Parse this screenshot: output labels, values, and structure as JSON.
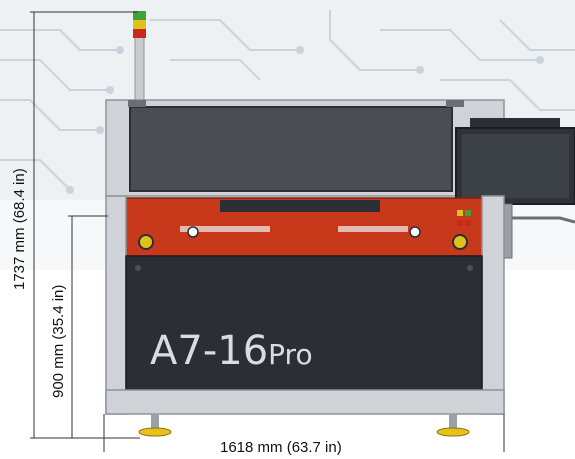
{
  "model": {
    "main": "A7-16",
    "suffix": "Pro"
  },
  "dimensions": {
    "height_total": "1737 mm (68.4 in)",
    "height_table": "900 mm (35.4 in)",
    "width": "1618 mm (63.7 in)"
  },
  "colors": {
    "frame_silver": "#cfd3d8",
    "frame_edge": "#8f959c",
    "dark_panel": "#2b2e35",
    "window_glass": "#4a4d52",
    "orange_band": "#c8391c",
    "signal_green": "#3fa33a",
    "signal_yellow": "#e0c21a",
    "signal_red": "#c8291c",
    "foot_yellow": "#e7c21a",
    "circuit_bg": "#eef1f4",
    "circuit_lines": "#c9d3dc"
  },
  "icons": {
    "signal_tower": "signal-tower-icon",
    "monitor": "monitor-icon",
    "indicator_lights": "indicator-lights-icon"
  }
}
